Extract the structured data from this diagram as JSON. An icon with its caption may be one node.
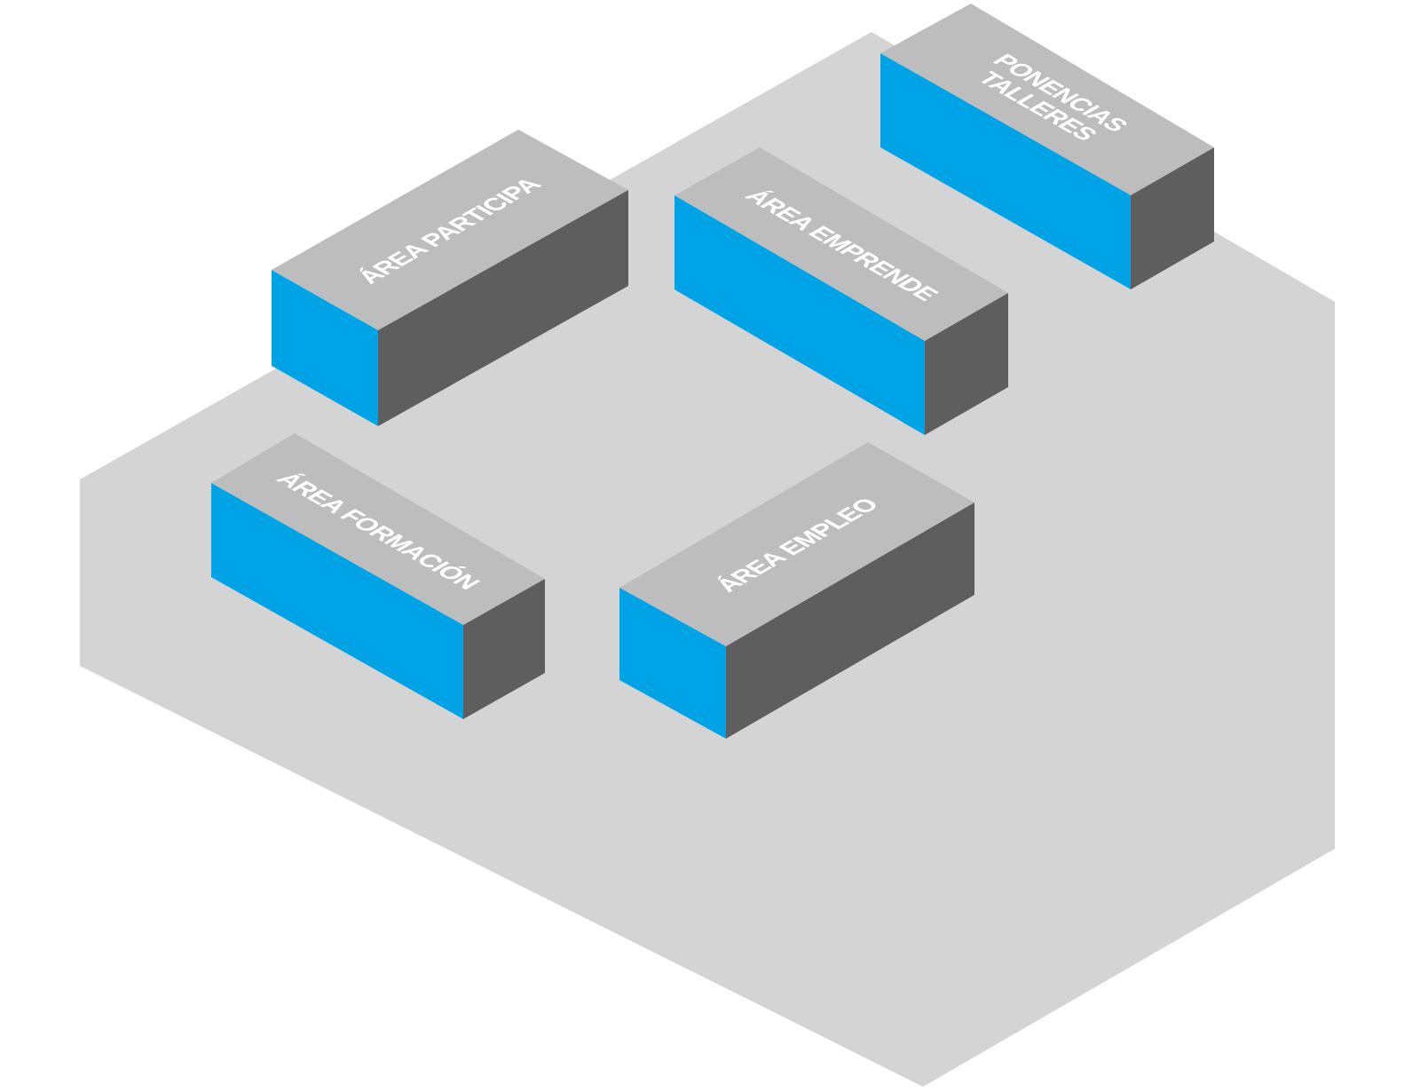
{
  "diagram": {
    "nodes": [
      {
        "text": [
          "PONENCIAS TALLERES"
        ]
      },
      {
        "text": [
          "ÁREA PARTICIPA"
        ]
      },
      {
        "text": [
          "ÁREA EMPRENDE"
        ]
      },
      {
        "text": [
          "ÁREA FORMACIÓN"
        ]
      },
      {
        "text": [
          "ÁREA EMPLEO"
        ]
      }
    ]
  }
}
